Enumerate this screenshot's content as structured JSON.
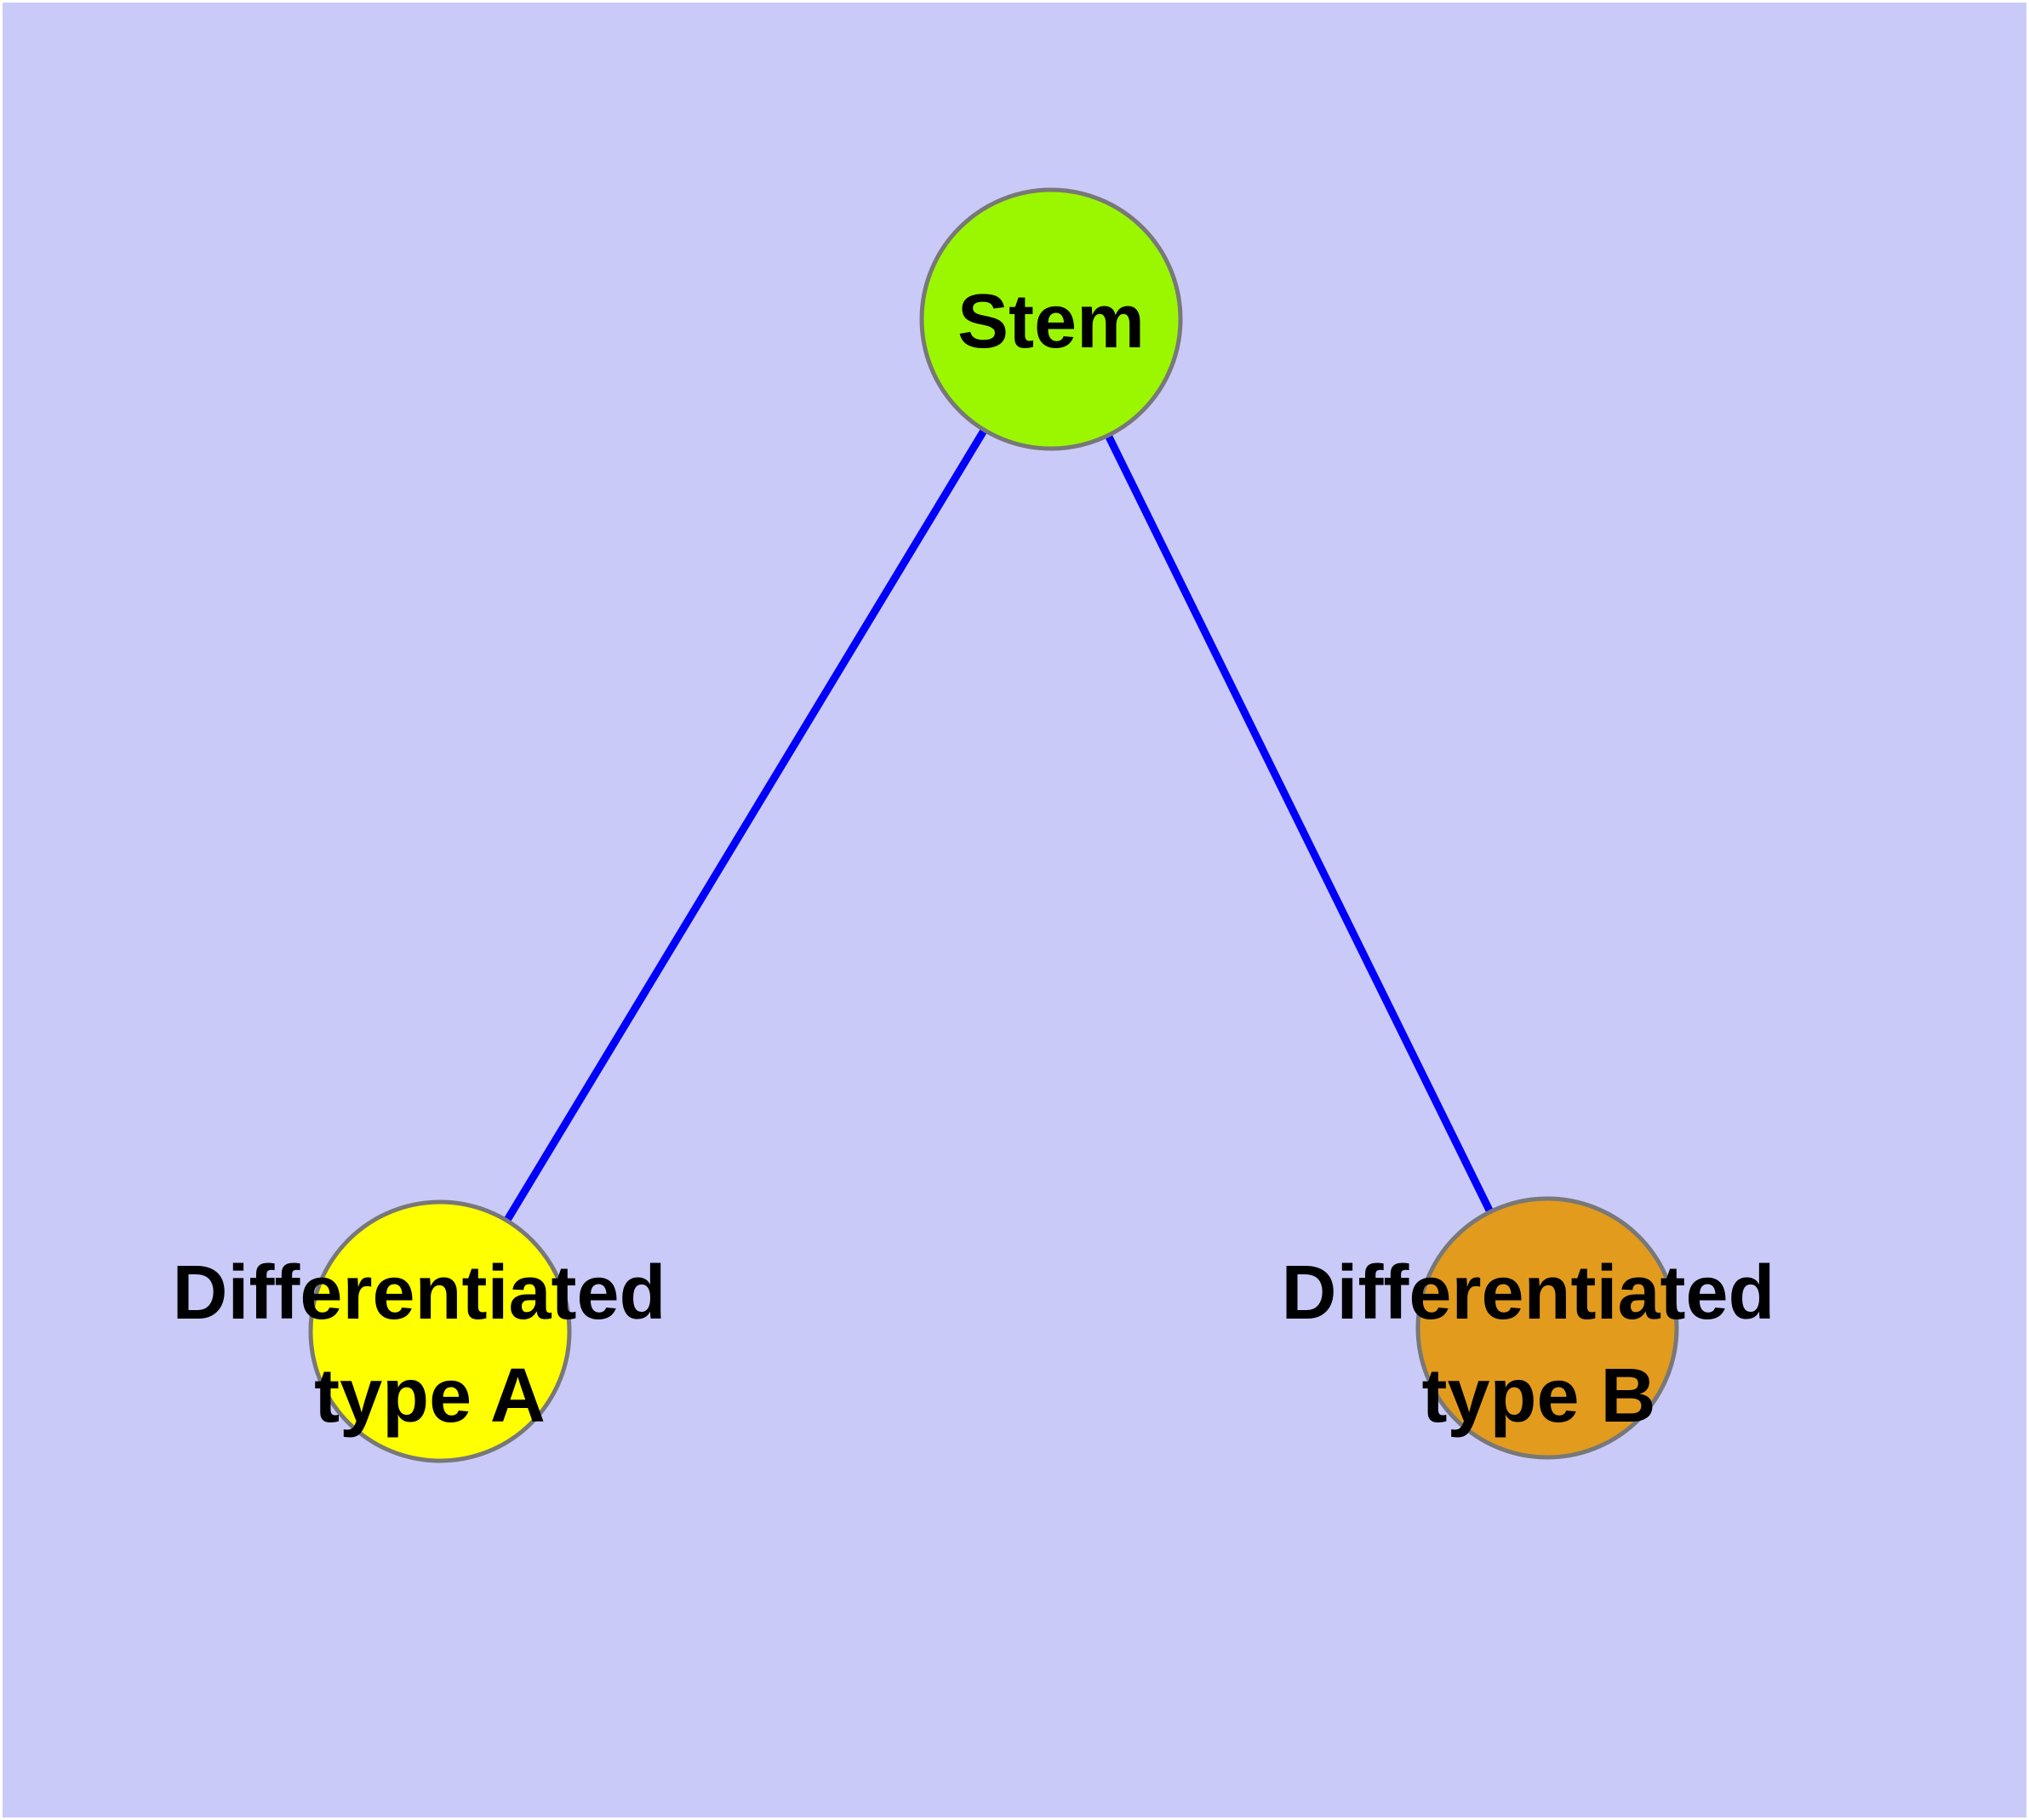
{
  "figure": {
    "background_color": "#CACAF8",
    "frame_color": "#FFFFFF",
    "edge_color": "#0000FA",
    "node_border_color": "#787878",
    "label_text_color": "#000000",
    "nodes": {
      "stem": {
        "label": "Stem",
        "fill": "#9BF700"
      },
      "type_a": {
        "label": "Differentiated type A",
        "line1": "Differentiated",
        "line2": "type A",
        "fill": "#FFFF00"
      },
      "type_b": {
        "label": "Differentiated type B",
        "line1": "Differentiated",
        "line2": "type B",
        "fill": "#E29B1D"
      }
    },
    "edges": [
      {
        "from": "Stem",
        "to": "Differentiated type A"
      },
      {
        "from": "Stem",
        "to": "Differentiated type B"
      }
    ]
  }
}
